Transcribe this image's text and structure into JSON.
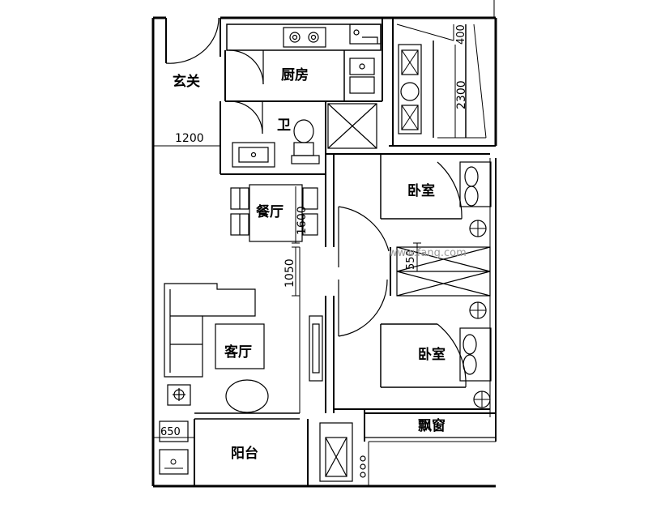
{
  "rooms": {
    "entrance": "玄关",
    "kitchen": "厨房",
    "bathroom": "卫",
    "dining": "餐厅",
    "living": "客厅",
    "bedroom_upper": "卧室",
    "bedroom_lower": "卧室",
    "bay_window": "飘窗",
    "balcony": "阳台"
  },
  "dimensions": {
    "entrance_width": "1200",
    "kitchen_depth": "2300",
    "kitchen_small": "400",
    "dining_length": "1600",
    "corridor_width": "1050",
    "closet_depth": "550",
    "balcony_small": "650"
  },
  "watermark": "www.fang.com"
}
